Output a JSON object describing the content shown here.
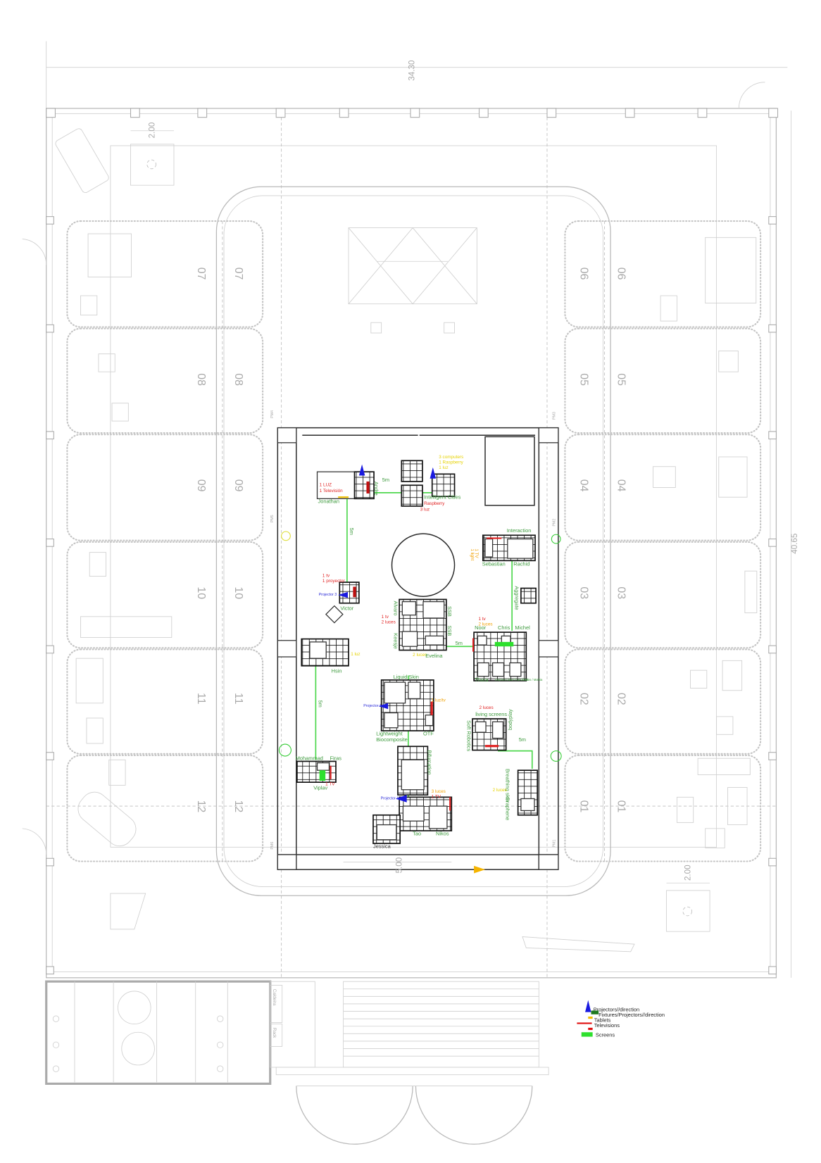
{
  "dimensions": {
    "width_total": "34.30",
    "height_total": "40.65",
    "bay_top": "2.00",
    "bay_bottom": "2.00",
    "center": "5.00"
  },
  "bays": {
    "left": [
      "07",
      "08",
      "09",
      "10",
      "11",
      "12"
    ],
    "right": [
      "06",
      "05",
      "04",
      "03",
      "02",
      "01"
    ]
  },
  "pillars": [
    "PM5",
    "PM3",
    "PM2",
    "PM6",
    "PM1",
    "PM4"
  ],
  "rooms": {
    "caldeira": "Caldeira",
    "rack": "Rack"
  },
  "projects": {
    "jonathan": {
      "name": "Jonathan",
      "notes": [
        "1 LUZ",
        "1 Televisión"
      ]
    },
    "andre": {
      "name": "Andre"
    },
    "intelligent_cities": {
      "name": "Intelligent Cities",
      "notes": [
        "Raspberry",
        "3 luz"
      ],
      "extra": [
        "3 computers",
        "1 Raspberry",
        "1 luz"
      ]
    },
    "interaction": {
      "name": "Interaction"
    },
    "sebastian": {
      "name": "Sebastian"
    },
    "rachid": {
      "name": "Rachid"
    },
    "sebastian_notes": [
      "1 light",
      "1 TV"
    ],
    "victor": {
      "name": "Victor",
      "notes": [
        "1 tv",
        "1 proyector"
      ],
      "projector": "Projector 3"
    },
    "alvaro": {
      "name": "Alvaro",
      "notes": [
        "1 tv",
        "2 luces"
      ]
    },
    "ssb": {
      "name": "SSB"
    },
    "keesje": {
      "name": "Keesje"
    },
    "evelina": {
      "name": "Evelina",
      "notes": [
        "2 luces"
      ]
    },
    "aggregate": {
      "name": "Aggregate"
    },
    "noor": {
      "name": "Noor",
      "notes": [
        "1 tv",
        "2 luces"
      ]
    },
    "chris": {
      "name": "Chris"
    },
    "michel": {
      "name": "Michel"
    },
    "thora": {
      "name": "Thora"
    },
    "stephen": {
      "name": "Stephen/Jake/ThanChrist"
    },
    "carlos": {
      "name": "Carlos / Mathia"
    },
    "hsin": {
      "name": "Hsin",
      "notes": [
        "1 luz"
      ]
    },
    "liquid_skin": {
      "name": "Liquid Skin",
      "projector": "Projector 1"
    },
    "lightweight": {
      "name": [
        "Lightweight",
        "Biocomposite"
      ]
    },
    "otf": {
      "name": "OTF",
      "notes": [
        "1 luz/tv"
      ]
    },
    "living_screens": {
      "name": "living screens",
      "notes": [
        "2 luces"
      ]
    },
    "soft_robotics": {
      "name": "Soft Robotics"
    },
    "bodyplay": {
      "name": "bodyplay"
    },
    "mohammad": {
      "name": "Mohammad"
    },
    "firas": {
      "name": "Firas"
    },
    "viplav": {
      "name": "Viplav",
      "notes": [
        "1 TV"
      ]
    },
    "bifurcation": {
      "name": "Bifurcation"
    },
    "tao": {
      "name": "Tao",
      "notes": [
        "3 luces",
        "1 TV"
      ],
      "projector": "Projector 1"
    },
    "nikos": {
      "name": "Nikos"
    },
    "jessica": {
      "name": "Jessica"
    },
    "breathing_skin": {
      "name": "Breathing skin"
    },
    "graphene": {
      "name": "Graphene",
      "notes": [
        "2 luces"
      ]
    }
  },
  "distances": {
    "label": "5m"
  },
  "legend": {
    "items": [
      "Projectors//direction",
      "Fixtures/Projectors//direction",
      "Tablets",
      "Televisions",
      "Screens"
    ],
    "colors": {
      "projector": "#1a1ae0",
      "fixture": "#1f7a1f",
      "tablet": "#f0c000",
      "tv": "#e01010",
      "screen": "#2ee02e"
    }
  }
}
